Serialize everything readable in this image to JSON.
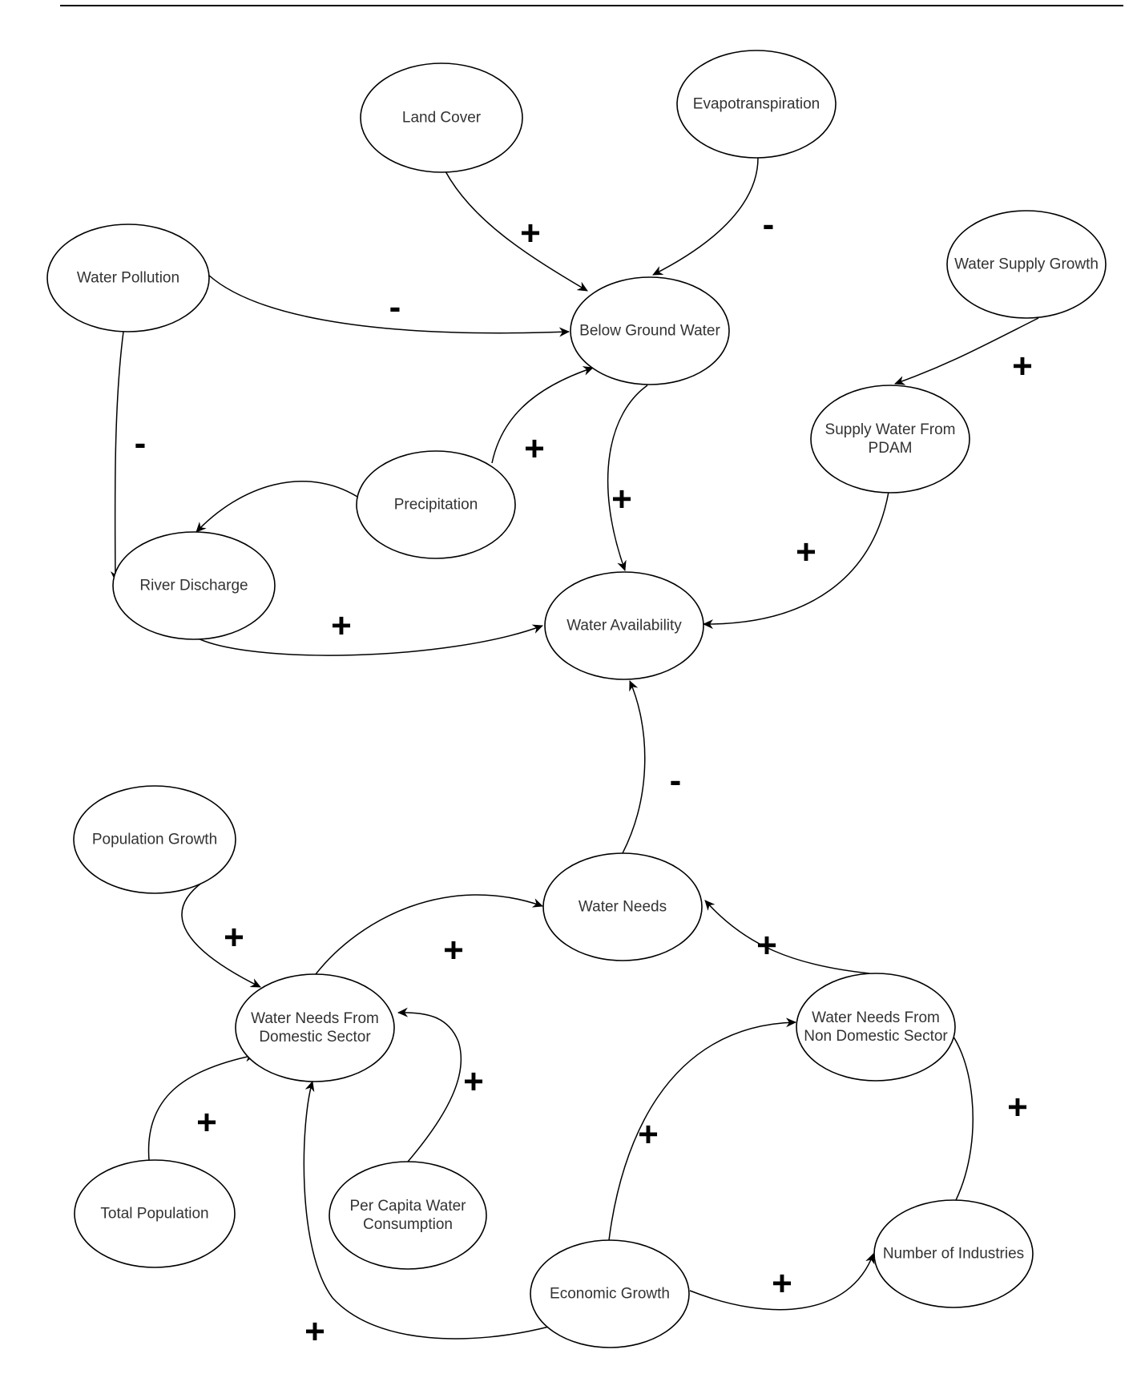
{
  "nodes": [
    {
      "id": "land_cover",
      "lines": [
        "Land Cover"
      ]
    },
    {
      "id": "evapotranspiration",
      "lines": [
        "Evapotranspiration"
      ]
    },
    {
      "id": "water_pollution",
      "lines": [
        "Water Pollution"
      ]
    },
    {
      "id": "below_ground_water",
      "lines": [
        "Below Ground Water"
      ]
    },
    {
      "id": "water_supply_growth",
      "lines": [
        "Water Supply Growth"
      ]
    },
    {
      "id": "supply_water_pdam",
      "lines": [
        "Supply Water From",
        "PDAM"
      ]
    },
    {
      "id": "precipitation",
      "lines": [
        "Precipitation"
      ]
    },
    {
      "id": "river_discharge",
      "lines": [
        "River Discharge"
      ]
    },
    {
      "id": "water_availability",
      "lines": [
        "Water Availability"
      ]
    },
    {
      "id": "population_growth",
      "lines": [
        "Population Growth"
      ]
    },
    {
      "id": "water_needs",
      "lines": [
        "Water Needs"
      ]
    },
    {
      "id": "needs_domestic",
      "lines": [
        "Water Needs From",
        "Domestic Sector"
      ]
    },
    {
      "id": "needs_non_domestic",
      "lines": [
        "Water Needs From",
        "Non Domestic Sector"
      ]
    },
    {
      "id": "total_population",
      "lines": [
        "Total Population"
      ]
    },
    {
      "id": "per_capita",
      "lines": [
        "Per Capita Water",
        "Consumption"
      ]
    },
    {
      "id": "economic_growth",
      "lines": [
        "Economic Growth"
      ]
    },
    {
      "id": "number_industries",
      "lines": [
        "Number of Industries"
      ]
    }
  ],
  "edges": [
    {
      "from": "land_cover",
      "to": "below_ground_water",
      "sign": "+"
    },
    {
      "from": "evapotranspiration",
      "to": "below_ground_water",
      "sign": "-"
    },
    {
      "from": "water_pollution",
      "to": "below_ground_water",
      "sign": "-"
    },
    {
      "from": "water_pollution",
      "to": "river_discharge",
      "sign": "-"
    },
    {
      "from": "precipitation",
      "to": "below_ground_water",
      "sign": "+"
    },
    {
      "from": "precipitation",
      "to": "river_discharge",
      "sign": ""
    },
    {
      "from": "below_ground_water",
      "to": "water_availability",
      "sign": "+"
    },
    {
      "from": "water_supply_growth",
      "to": "supply_water_pdam",
      "sign": "+"
    },
    {
      "from": "supply_water_pdam",
      "to": "water_availability",
      "sign": "+"
    },
    {
      "from": "river_discharge",
      "to": "water_availability",
      "sign": "+"
    },
    {
      "from": "water_needs",
      "to": "water_availability",
      "sign": "-"
    },
    {
      "from": "population_growth",
      "to": "needs_domestic",
      "sign": "+"
    },
    {
      "from": "needs_domestic",
      "to": "water_needs",
      "sign": "+"
    },
    {
      "from": "needs_non_domestic",
      "to": "water_needs",
      "sign": "+"
    },
    {
      "from": "total_population",
      "to": "needs_domestic",
      "sign": "+"
    },
    {
      "from": "per_capita",
      "to": "needs_domestic",
      "sign": "+"
    },
    {
      "from": "economic_growth",
      "to": "needs_non_domestic",
      "sign": "+"
    },
    {
      "from": "economic_growth",
      "to": "number_industries",
      "sign": "+"
    },
    {
      "from": "number_industries",
      "to": "needs_non_domestic",
      "sign": "+"
    },
    {
      "from": "economic_growth",
      "to": "needs_domestic",
      "sign": "+"
    }
  ]
}
